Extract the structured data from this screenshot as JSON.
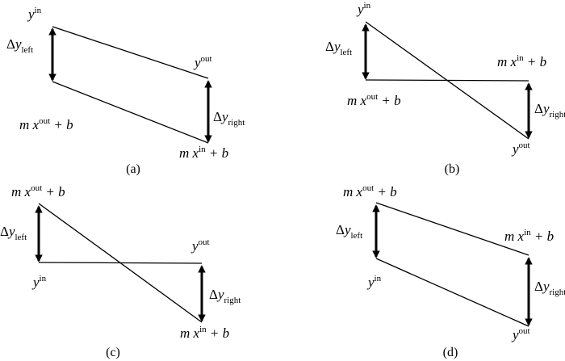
{
  "panels": [
    {
      "caption": "(a)",
      "left_top": {
        "var": "y",
        "sup": "in"
      },
      "left_bottom": {
        "pre": "m",
        "var": "x",
        "sup": "out",
        "suffix": "+ b"
      },
      "right_top": {
        "var": "y",
        "sup": "out"
      },
      "right_bottom": {
        "pre": "m",
        "var": "x",
        "sup": "in",
        "suffix": "+ b"
      },
      "delta_left": {
        "symbol": "Δ",
        "var": "y",
        "sub": "left"
      },
      "delta_right": {
        "symbol": "Δ",
        "var": "y",
        "sub": "right"
      }
    },
    {
      "caption": "(b)",
      "left_top": {
        "var": "y",
        "sup": "in"
      },
      "left_bottom": {
        "pre": "m",
        "var": "x",
        "sup": "out",
        "suffix": "+ b"
      },
      "right_top": {
        "pre": "m",
        "var": "x",
        "sup": "in",
        "suffix": "+ b"
      },
      "right_bottom": {
        "var": "y",
        "sup": "out"
      },
      "delta_left": {
        "symbol": "Δ",
        "var": "y",
        "sub": "left"
      },
      "delta_right": {
        "symbol": "Δ",
        "var": "y",
        "sub": "right"
      }
    },
    {
      "caption": "(c)",
      "left_top": {
        "pre": "m",
        "var": "x",
        "sup": "out",
        "suffix": "+ b"
      },
      "left_bottom": {
        "var": "y",
        "sup": "in"
      },
      "right_top": {
        "var": "y",
        "sup": "out"
      },
      "right_bottom": {
        "pre": "m",
        "var": "x",
        "sup": "in",
        "suffix": "+ b"
      },
      "delta_left": {
        "symbol": "Δ",
        "var": "y",
        "sub": "left"
      },
      "delta_right": {
        "symbol": "Δ",
        "var": "y",
        "sub": "right"
      }
    },
    {
      "caption": "(d)",
      "left_top": {
        "pre": "m",
        "var": "x",
        "sup": "out",
        "suffix": "+ b"
      },
      "left_bottom": {
        "var": "y",
        "sup": "in"
      },
      "right_top": {
        "pre": "m",
        "var": "x",
        "sup": "in",
        "suffix": "+ b"
      },
      "right_bottom": {
        "var": "y",
        "sup": "out"
      },
      "delta_left": {
        "symbol": "Δ",
        "var": "y",
        "sub": "left"
      },
      "delta_right": {
        "symbol": "Δ",
        "var": "y",
        "sub": "right"
      }
    }
  ]
}
